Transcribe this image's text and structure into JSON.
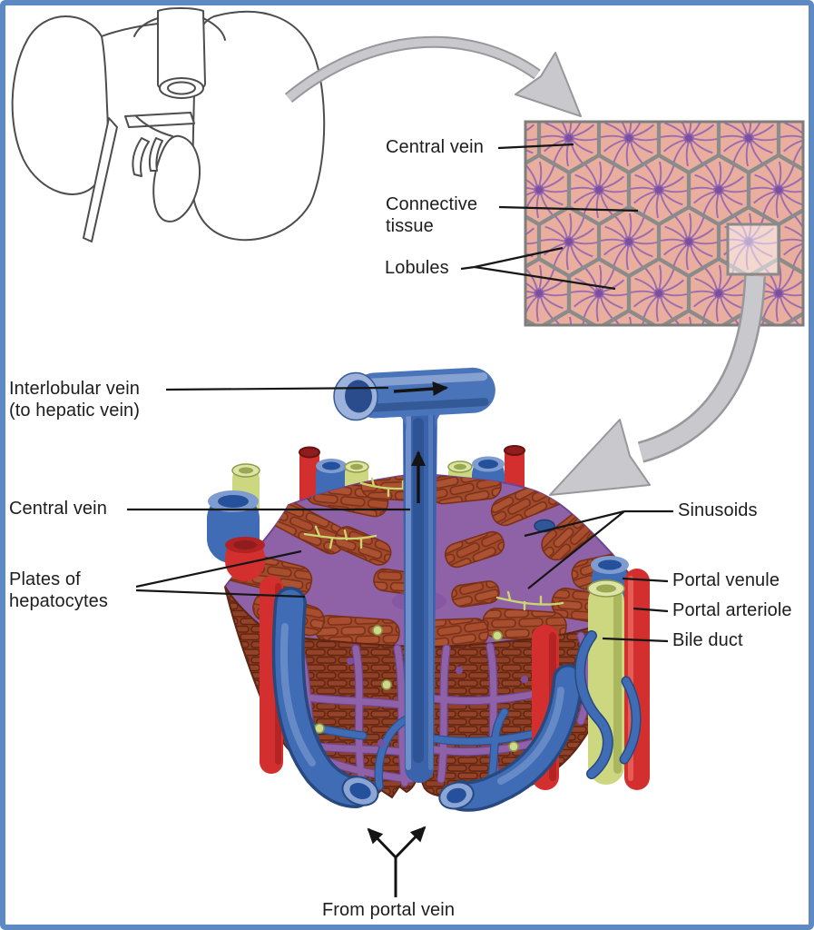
{
  "palette": {
    "border_blue": "#5d8ac3",
    "inset_pink": "#e9ae9d",
    "inset_hex_gray": "#8b8b8b",
    "star_purple": "#9a6cb0",
    "vessel_blue": "#3f6cb4",
    "vessel_blue_dark": "#2c4f8e",
    "vessel_blue_light": "#8ba6d4",
    "artery_red": "#d42f2f",
    "bile_yellow": "#ccd77f",
    "hepatocyte_brown": "#9c4128",
    "sinusoid_purple": "#8f62a8",
    "sinusoid_purple_dark": "#6f4490",
    "arrow_gray": "#c9c9cd",
    "label_color": "#1d1d1f"
  },
  "inset": {
    "labels": {
      "central_vein": "Central vein",
      "connective_tissue": "Connective\ntissue",
      "lobules": "Lobules"
    }
  },
  "lobule": {
    "labels": {
      "interlobular_vein": "Interlobular vein\n(to hepatic vein)",
      "central_vein": "Central vein",
      "plates_of_hepatocytes": "Plates of\nhepatocytes",
      "sinusoids": "Sinusoids",
      "portal_venule": "Portal venule",
      "portal_arteriole": "Portal arteriole",
      "bile_duct": "Bile duct",
      "from_portal_vein": "From portal vein"
    }
  },
  "icons": {
    "zoom_arrow_1": "curved-magnify-arrow",
    "zoom_arrow_2": "curved-magnify-arrow",
    "flow_arrow_up": "flow-direction-arrow",
    "flow_arrow_right": "flow-direction-arrow",
    "portal_inflow_arrows": "y-shaped-inflow-arrow"
  }
}
